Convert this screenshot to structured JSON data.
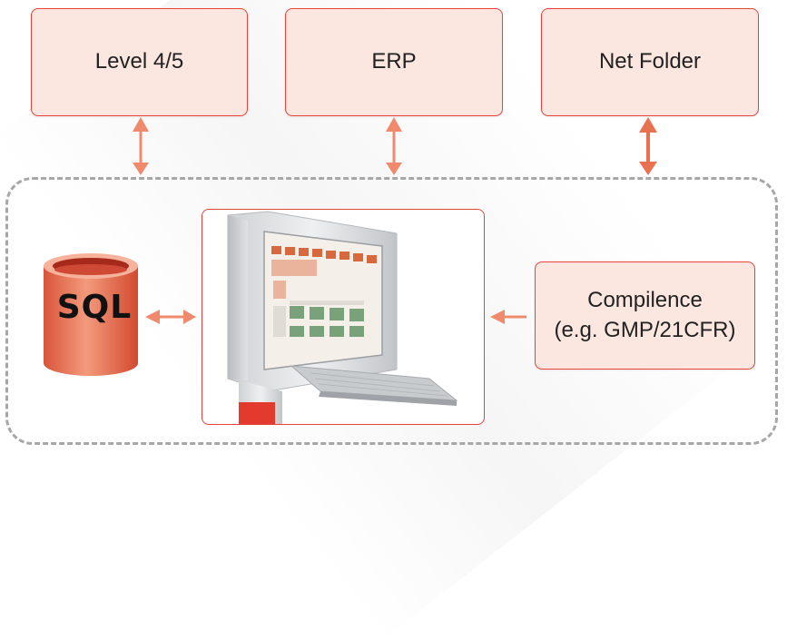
{
  "top_boxes": {
    "level": "Level 4/5",
    "erp": "ERP",
    "net_folder": "Net Folder"
  },
  "database": {
    "label": "SQL"
  },
  "compliance": {
    "line1": "Compilence",
    "line2": "(e.g. GMP/21CFR)"
  },
  "colors": {
    "accent": "#e8423a",
    "box_fill": "#fbe6e0",
    "arrow": "#f08a6c",
    "dashed_border": "#a7a7a7",
    "cylinder": "#e8714f"
  },
  "icons": [
    "sql-database-icon",
    "hmi-panel-terminal-icon"
  ]
}
